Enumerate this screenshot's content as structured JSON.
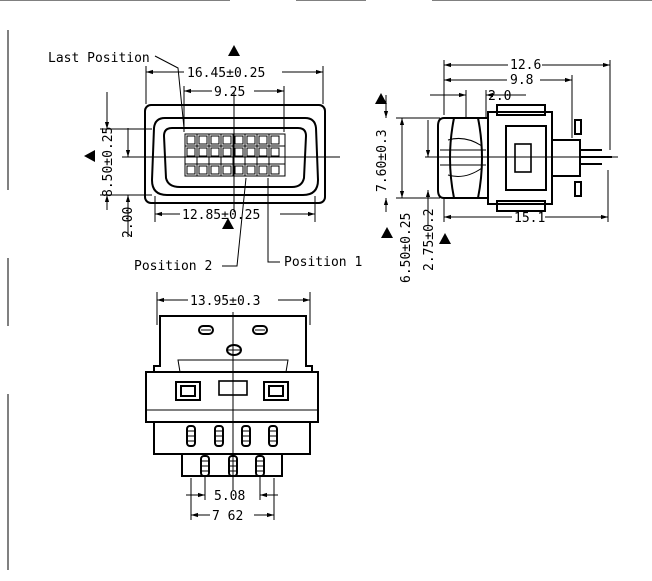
{
  "front_view": {
    "label_last_position": "Last Position",
    "dim_width_outer": "16.45±0.25",
    "dim_width_inner": "9.25",
    "dim_width_bottom": "12.85±0.25",
    "dim_height": "8.50±0.25",
    "dim_small": "2.00",
    "label_position2": "Position 2",
    "label_position1": "Position 1"
  },
  "side_view": {
    "dim_total": "12.6",
    "dim_mid": "9.8",
    "dim_small": "2.0",
    "dim_height": "7.60±0.3",
    "dim_offset1": "6.50±0.25",
    "dim_offset2": "2.75±0.2",
    "dim_length": "15.1"
  },
  "bottom_view": {
    "dim_width": "13.95±0.3",
    "dim_pitch1": "5.08",
    "dim_pitch2": "7 62"
  }
}
